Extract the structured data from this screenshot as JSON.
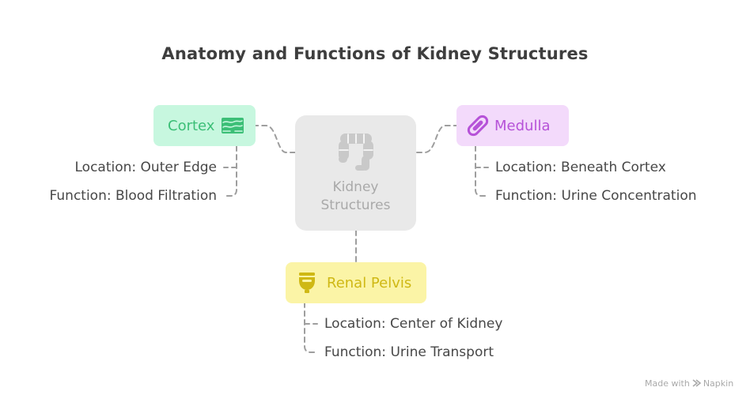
{
  "title": "Anatomy and Functions of Kidney Structures",
  "center": {
    "label_line1": "Kidney",
    "label_line2": "Structures",
    "icon": "intestine-icon"
  },
  "branches": [
    {
      "name": "Cortex",
      "icon": "tissue-icon",
      "color": "#3cbf77",
      "bg": "#c7f7df",
      "items": [
        "Location: Outer Edge",
        "Function: Blood Filtration"
      ]
    },
    {
      "name": "Medulla",
      "icon": "capsule-link-icon",
      "color": "#b652d8",
      "bg": "#f3dafb",
      "items": [
        "Location: Beneath Cortex",
        "Function: Urine Concentration"
      ]
    },
    {
      "name": "Renal Pelvis",
      "icon": "funnel-cup-icon",
      "color": "#cfb814",
      "bg": "#fbf4a6",
      "items": [
        "Location: Center of Kidney",
        "Function: Urine Transport"
      ]
    }
  ],
  "watermark": {
    "prefix": "Made with",
    "brand": "Napkin"
  }
}
